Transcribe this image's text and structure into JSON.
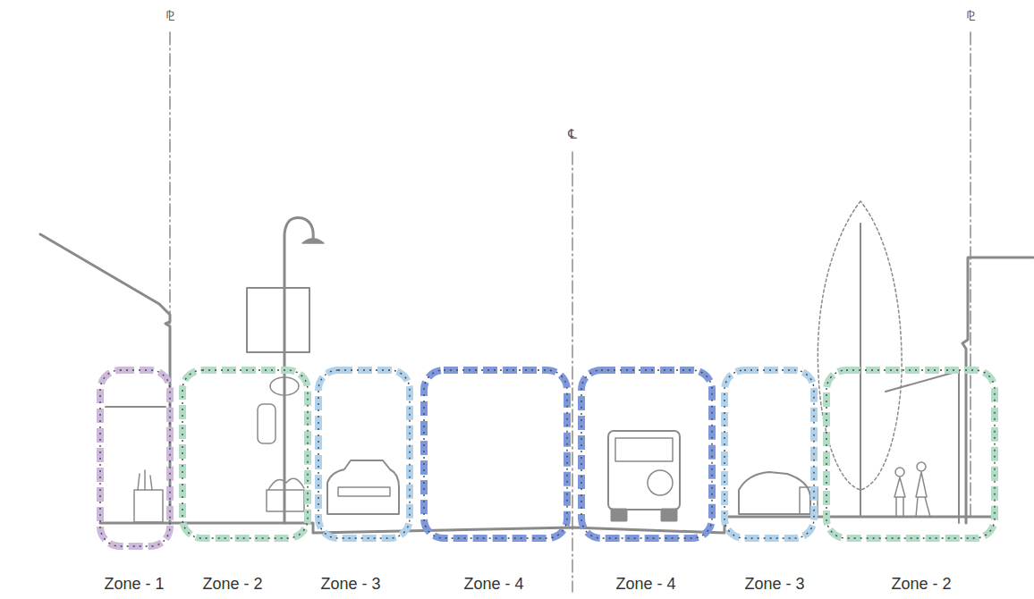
{
  "diagram": {
    "nodes": [
      {
        "text": [
          "Zone - 1"
        ]
      },
      {
        "text": [
          "Zone - 2"
        ]
      },
      {
        "text": [
          "Zone - 3"
        ]
      },
      {
        "text": [
          "Zone - 4"
        ]
      },
      {
        "text": [
          "Zone - 4"
        ]
      },
      {
        "text": [
          "Zone - 3"
        ]
      },
      {
        "text": [
          "Zone - 2"
        ]
      }
    ],
    "labels": [
      "⅊",
      "℄",
      "⅊"
    ]
  }
}
